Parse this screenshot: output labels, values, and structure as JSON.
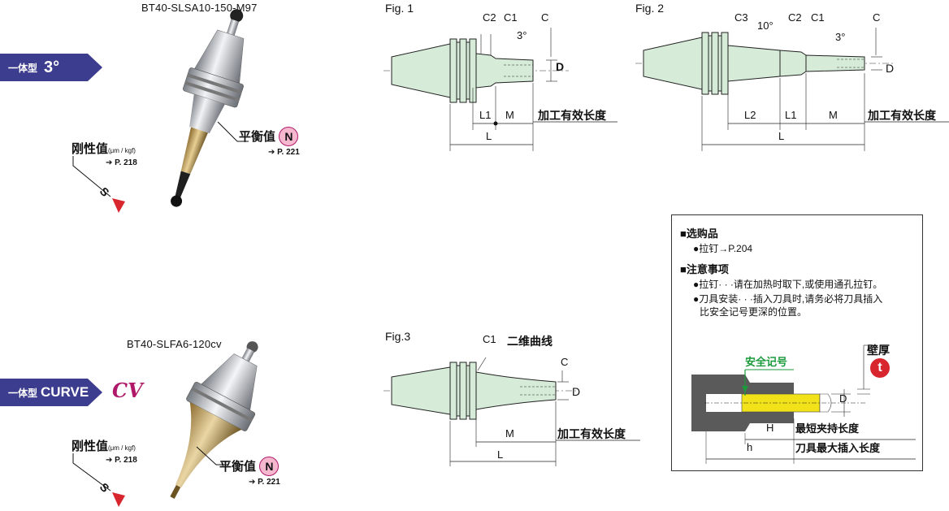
{
  "products": [
    {
      "model": "BT40-SLSA10-150-M97",
      "badge_prefix": "一体型",
      "badge_value": "3°",
      "stiffness_label": "刚性值",
      "stiffness_unit": "(μm / kgf)",
      "stiffness_ref": "P. 218",
      "balance_label": "平衡值",
      "balance_mark": "N",
      "balance_ref": "P. 221",
      "s_mark": "S"
    },
    {
      "model": "BT40-SLFA6-120cv",
      "badge_prefix": "一体型",
      "badge_value": "CURVE",
      "badge_logo": "CV",
      "stiffness_label": "刚性值",
      "stiffness_unit": "(μm / kgf)",
      "stiffness_ref": "P. 218",
      "balance_label": "平衡值",
      "balance_mark": "N",
      "balance_ref": "P. 221",
      "s_mark": "S"
    }
  ],
  "fig1": {
    "title": "Fig. 1",
    "labels": {
      "c2": "C2",
      "c1": "C1",
      "c": "C",
      "angle": "3°",
      "d": "D",
      "l1": "L1",
      "m": "M",
      "l": "L",
      "effective": "加工有效长度"
    }
  },
  "fig2": {
    "title": "Fig. 2",
    "labels": {
      "c3": "C3",
      "angle10": "10°",
      "c2": "C2",
      "c1": "C1",
      "c": "C",
      "angle3": "3°",
      "d": "D",
      "l2": "L2",
      "l1": "L1",
      "m": "M",
      "l": "L",
      "effective": "加工有效长度"
    }
  },
  "fig3": {
    "title": "Fig.3",
    "labels": {
      "c1": "C1",
      "curve": "二维曲线",
      "c": "C",
      "d": "D",
      "m": "M",
      "l": "L",
      "effective": "加工有效长度"
    }
  },
  "notes": {
    "optional_title": "■选购品",
    "optional_item": "●拉钉→P.204",
    "caution_title": "■注意事项",
    "caution_1": "●拉钉· · ·请在加热时取下,或使用通孔拉钉。",
    "caution_2a": "●刀具安装· · ·插入刀具时,请务必将刀具插入",
    "caution_2b": "比安全记号更深的位置。",
    "safety_mark": "安全记号",
    "wall": "壁厚",
    "wall_mark": "t",
    "d": "D",
    "h_upper": "H",
    "h_lower": "h",
    "min_clamp": "最短夹持长度",
    "max_insert": "刀具最大插入长度"
  },
  "colors": {
    "badge": "#3d3d8f",
    "holder_fill": "#d6ecd8",
    "safety_green": "#1a9a3a",
    "tool_yellow": "#f2e21a",
    "t_red": "#d8262e",
    "cv_magenta": "#b0196a"
  }
}
